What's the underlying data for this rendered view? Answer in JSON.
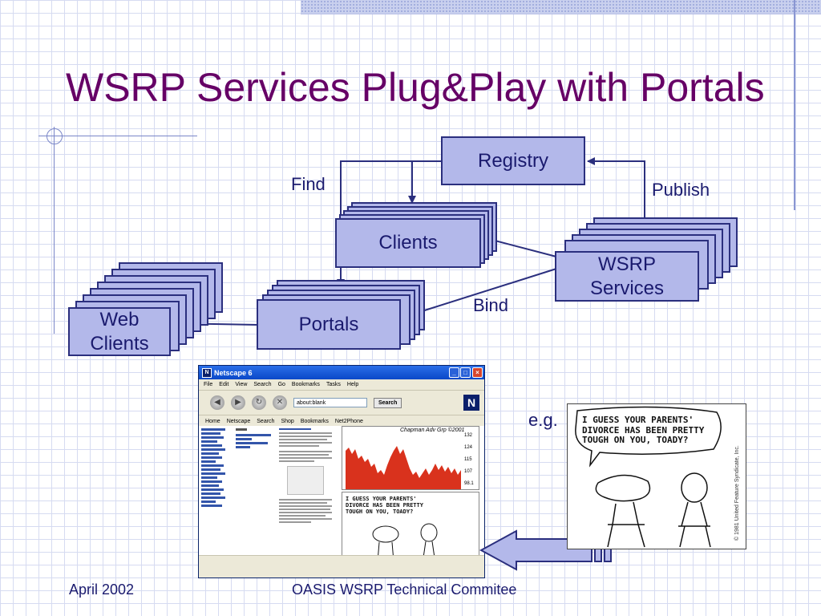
{
  "title": "WSRP Services Plug&Play with Portals",
  "diagram": {
    "nodes": {
      "registry": "Registry",
      "clients": "Clients",
      "wsrp_services": [
        "WSRP",
        "Services"
      ],
      "portals": "Portals",
      "web_clients": [
        "Web",
        "Clients"
      ]
    },
    "edges": {
      "find": "Find",
      "publish": "Publish",
      "bind": "Bind"
    },
    "example_label": "e.g."
  },
  "browser": {
    "window_title": "Netscape 6",
    "menu": [
      "File",
      "Edit",
      "View",
      "Search",
      "Go",
      "Bookmarks",
      "Tasks",
      "Help"
    ],
    "url_value": "about:blank",
    "search_button": "Search",
    "personal_toolbar": [
      "Home",
      "Netscape",
      "Search",
      "Shop",
      "Bookmarks",
      "Net2Phone"
    ],
    "chart_title": "Chapman Adv Grp ©2001",
    "chart_ticks": [
      "132",
      "124",
      "115",
      "107",
      "98.1"
    ]
  },
  "comic": {
    "speech": [
      "I GUESS YOUR PARENTS'",
      "DIVORCE HAS BEEN PRETTY",
      "TOUGH ON YOU, TOADY?"
    ],
    "credit": "© 1981 United Feature Syndicate, Inc."
  },
  "footer": {
    "date": "April 2002",
    "org": "OASIS WSRP Technical Commitee"
  },
  "colors": {
    "title": "#660066",
    "box_fill": "#b3b8ea",
    "box_border": "#2b2f7e",
    "text": "#1a1a6e",
    "grid": "#d6dbf1"
  }
}
